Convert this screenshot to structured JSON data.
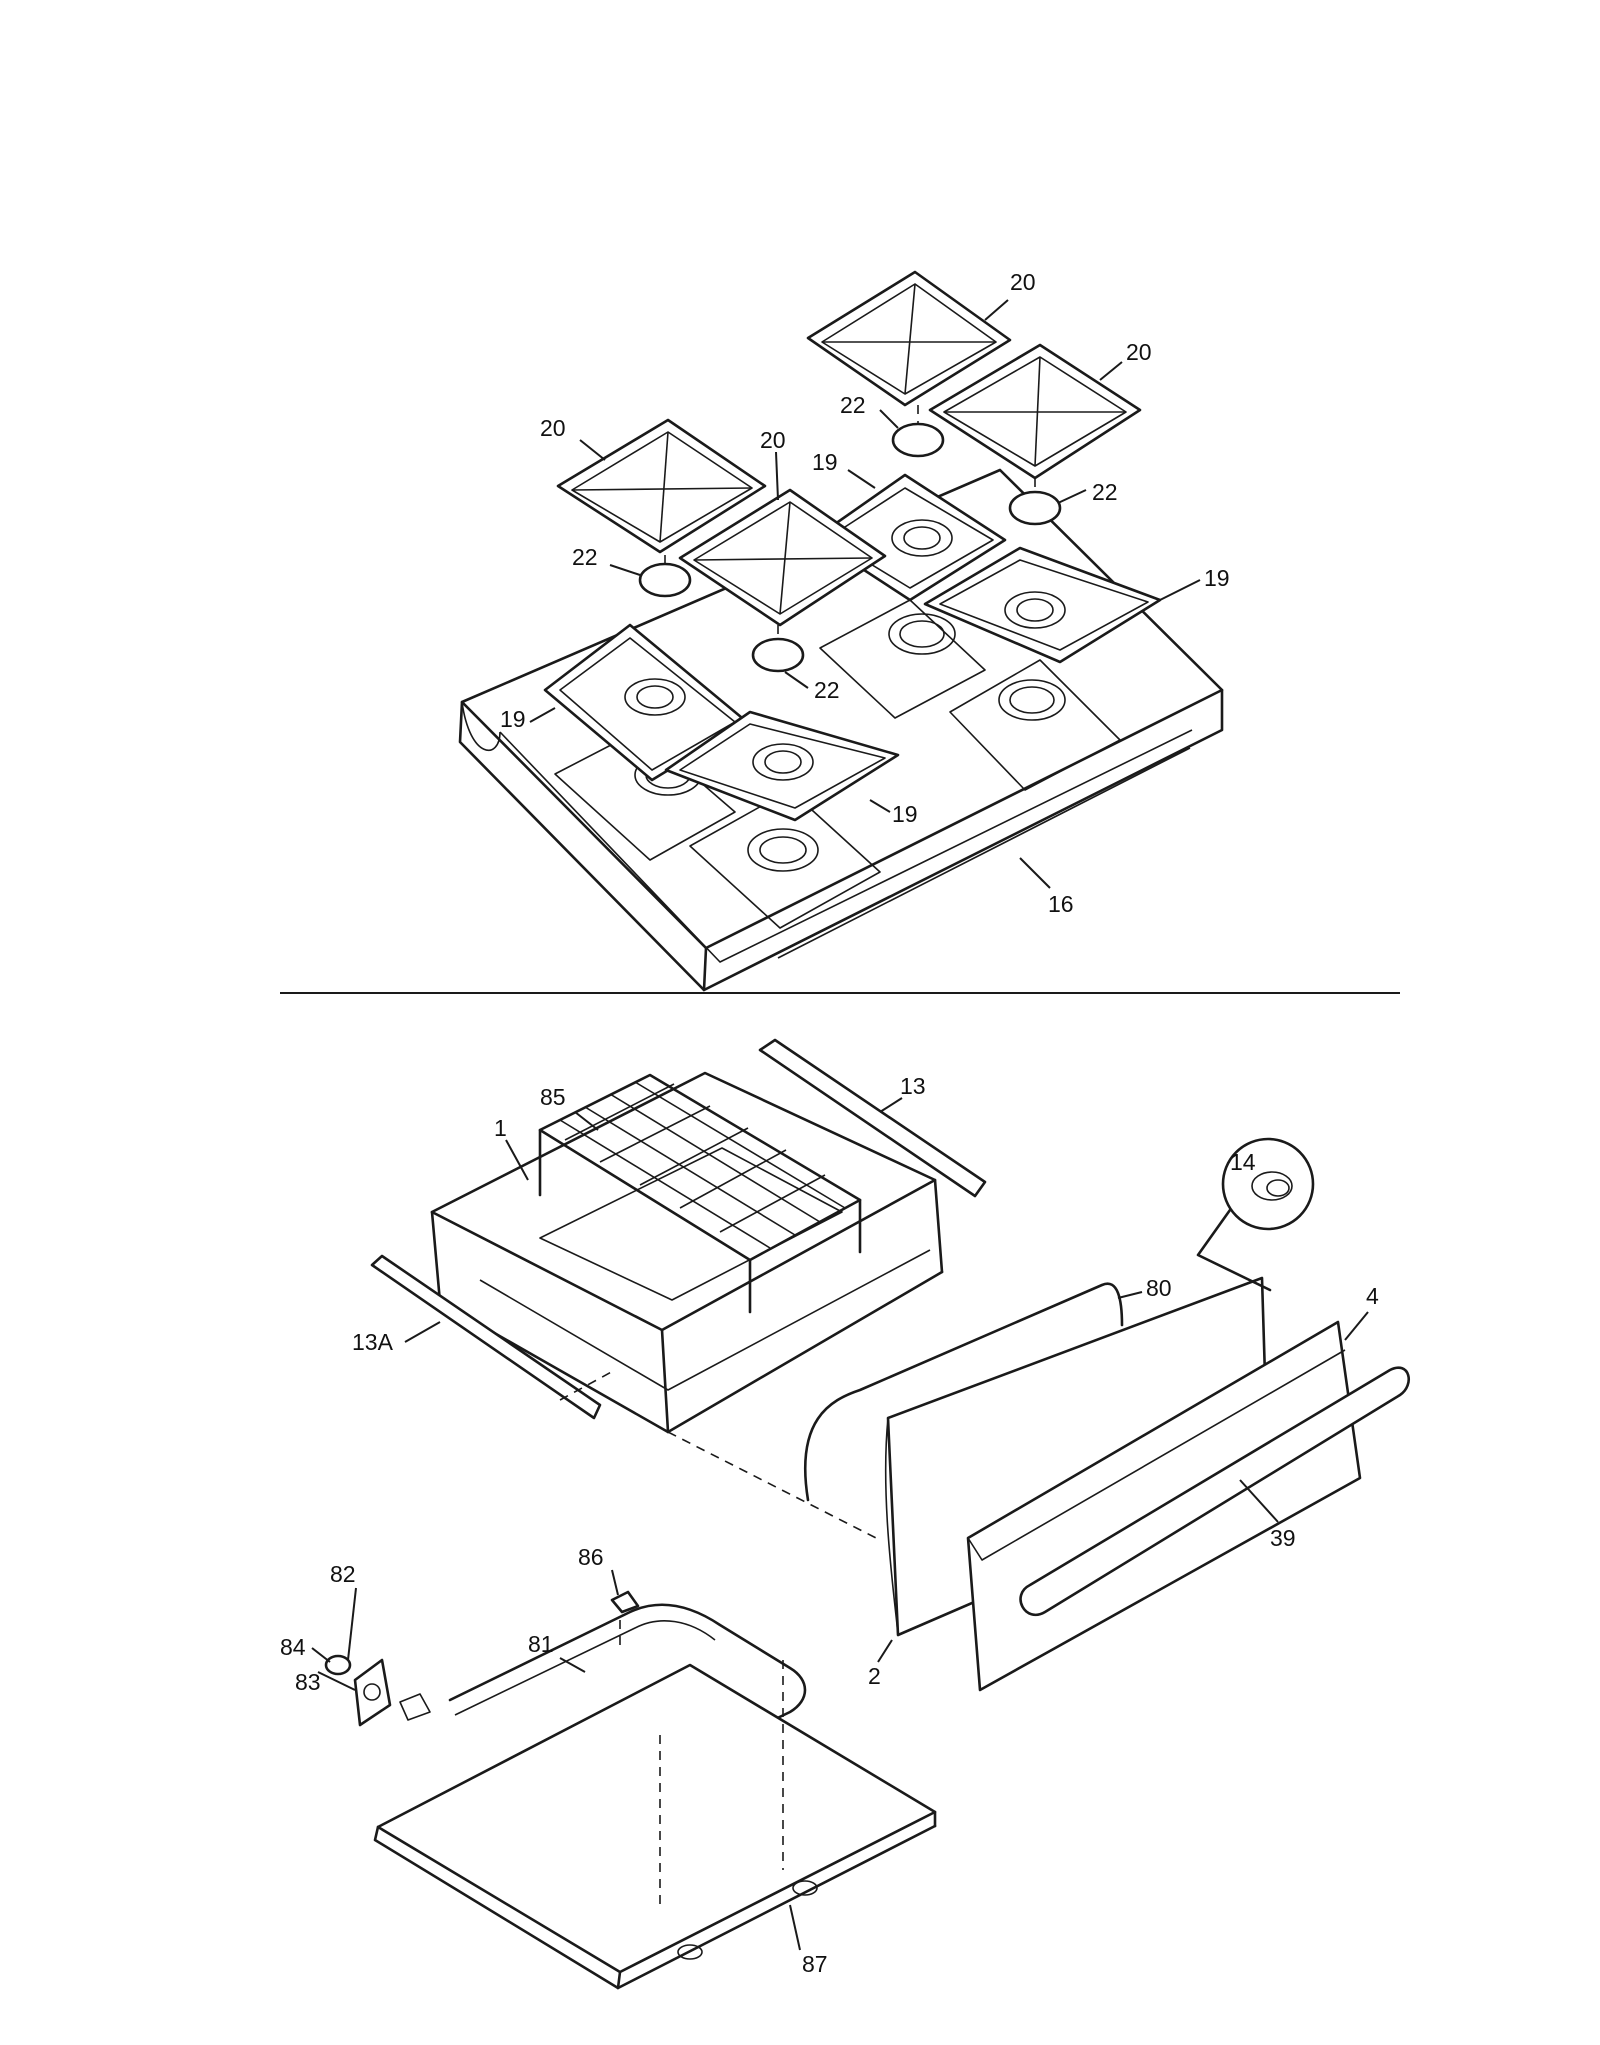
{
  "diagram": {
    "callouts": {
      "c20a": "20",
      "c20b": "20",
      "c20c": "20",
      "c20d": "20",
      "c22a": "22",
      "c22b": "22",
      "c22c": "22",
      "c22d": "22",
      "c19a": "19",
      "c19b": "19",
      "c19c": "19",
      "c19d": "19",
      "c16": "16",
      "c85": "85",
      "c13": "13",
      "c1": "1",
      "c14": "14",
      "c80": "80",
      "c4": "4",
      "c13A": "13A",
      "c39": "39",
      "c86": "86",
      "c82": "82",
      "c84": "84",
      "c83": "83",
      "c81": "81",
      "c2": "2",
      "c87": "87"
    }
  }
}
